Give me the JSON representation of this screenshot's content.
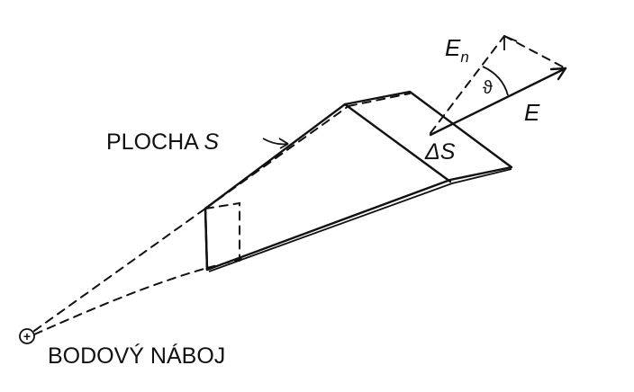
{
  "labels": {
    "surface": "PLOCHA",
    "surface_symbol": "S",
    "charge": "BODOVÝ NÁBOJ",
    "field_normal": "E",
    "field_normal_subscript": "n",
    "angle": "ϑ",
    "field": "E",
    "area_element": "ΔS"
  },
  "symbols": {
    "charge_sign": "+"
  },
  "colors": {
    "ink": "#111111",
    "background": "#ffffff"
  }
}
